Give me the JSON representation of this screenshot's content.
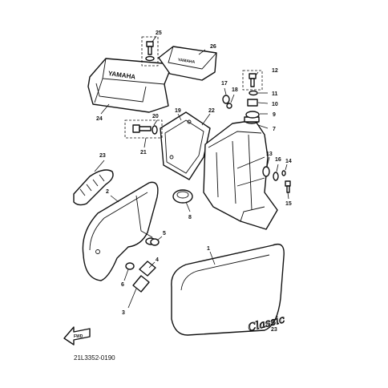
{
  "diagram": {
    "part_numbers": {
      "p1": "1",
      "p2": "2",
      "p3": "3",
      "p4": "4",
      "p5": "5",
      "p6": "6",
      "p7": "7",
      "p8": "8",
      "p9": "9",
      "p10": "10",
      "p11": "11",
      "p12": "12",
      "p13": "13",
      "p14": "14",
      "p15": "15",
      "p16": "16",
      "p17": "17",
      "p18": "18",
      "p19": "19",
      "p20": "20",
      "p21": "21",
      "p22": "22",
      "p23a": "23",
      "p23b": "23",
      "p24": "24",
      "p25": "25",
      "p26": "26"
    },
    "fwd_label": "FWD",
    "drawing_code": "21L3352-0190",
    "emblem_text": "Classic",
    "toolbox_logo": "YAMAHA"
  }
}
